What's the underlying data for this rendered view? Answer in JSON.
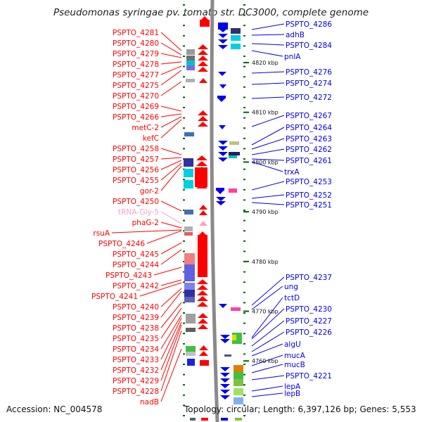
{
  "title": "Pseudomonas syringae pv. tomato str. DC3000, complete genome",
  "accession": "Accession: NC_004578",
  "summary": "Topology: circular; Length: 6,397,126 bp; Genes: 5,553",
  "colors": {
    "forward": "#ff0000",
    "reverse": "#0000ee",
    "trna": "#ff9ec4",
    "axis": "#888888",
    "ruler": "#006600"
  },
  "ruler": {
    "unit": "kbp",
    "ticks": [
      {
        "value": 4820,
        "label": "4820 kbp"
      },
      {
        "value": 4810,
        "label": "4810 kbp"
      },
      {
        "value": 4800,
        "label": "4800 kbp"
      },
      {
        "value": 4790,
        "label": "4790 kbp"
      },
      {
        "value": 4780,
        "label": "4780 kbp"
      },
      {
        "value": 4770,
        "label": "4770 kbp"
      },
      {
        "value": 4760,
        "label": "4760 kbp"
      }
    ]
  },
  "forward_genes": [
    {
      "label": "PSPTO_4281",
      "color": "red"
    },
    {
      "label": "PSPTO_4280",
      "color": "red"
    },
    {
      "label": "PSPTO_4279",
      "color": "red"
    },
    {
      "label": "PSPTO_4278",
      "color": "red"
    },
    {
      "label": "PSPTO_4277",
      "color": "red"
    },
    {
      "label": "PSPTO_4275",
      "color": "red"
    },
    {
      "label": "PSPTO_4270",
      "color": "red"
    },
    {
      "label": "PSPTO_4269",
      "color": "red"
    },
    {
      "label": "PSPTO_4266",
      "color": "red"
    },
    {
      "label": "metC-2",
      "color": "red"
    },
    {
      "label": "kefC",
      "color": "red"
    },
    {
      "label": "PSPTO_4258",
      "color": "red"
    },
    {
      "label": "PSPTO_4257",
      "color": "red"
    },
    {
      "label": "PSPTO_4256",
      "color": "red"
    },
    {
      "label": "PSPTO_4255",
      "color": "red"
    },
    {
      "label": "gor-2",
      "color": "red"
    },
    {
      "label": "PSPTO_4250",
      "color": "red"
    },
    {
      "label": "tRNA-Gly-5",
      "color": "pink"
    },
    {
      "label": "phaG-2",
      "color": "red"
    },
    {
      "label": "rsuA",
      "color": "red"
    },
    {
      "label": "PSPTO_4246",
      "color": "red"
    },
    {
      "label": "PSPTO_4245",
      "color": "red"
    },
    {
      "label": "PSPTO_4244",
      "color": "red"
    },
    {
      "label": "PSPTO_4243",
      "color": "red"
    },
    {
      "label": "PSPTO_4242",
      "color": "red"
    },
    {
      "label": "PSPTO_4241",
      "color": "red"
    },
    {
      "label": "PSPTO_4240",
      "color": "red"
    },
    {
      "label": "PSPTO_4239",
      "color": "red"
    },
    {
      "label": "PSPTO_4238",
      "color": "red"
    },
    {
      "label": "PSPTO_4235",
      "color": "red"
    },
    {
      "label": "PSPTO_4234",
      "color": "red"
    },
    {
      "label": "PSPTO_4233",
      "color": "red"
    },
    {
      "label": "PSPTO_4232",
      "color": "red"
    },
    {
      "label": "PSPTO_4229",
      "color": "red"
    },
    {
      "label": "PSPTO_4228",
      "color": "red"
    },
    {
      "label": "nadB",
      "color": "red"
    }
  ],
  "reverse_genes": [
    {
      "label": "PSPTO_4286"
    },
    {
      "label": "adhB"
    },
    {
      "label": "PSPTO_4284"
    },
    {
      "label": "pnlA"
    },
    {
      "label": "PSPTO_4276"
    },
    {
      "label": "PSPTO_4274"
    },
    {
      "label": "PSPTO_4272"
    },
    {
      "label": "PSPTO_4267"
    },
    {
      "label": "PSPTO_4264"
    },
    {
      "label": "PSPTO_4263"
    },
    {
      "label": "PSPTO_4262"
    },
    {
      "label": "PSPTO_4261"
    },
    {
      "label": "trxA"
    },
    {
      "label": "PSPTO_4253"
    },
    {
      "label": "PSPTO_4252"
    },
    {
      "label": "PSPTO_4251"
    },
    {
      "label": "PSPTO_4237"
    },
    {
      "label": "ung"
    },
    {
      "label": "tctD"
    },
    {
      "label": "PSPTO_4230"
    },
    {
      "label": "PSPTO_4227"
    },
    {
      "label": "PSPTO_4226"
    },
    {
      "label": "algU"
    },
    {
      "label": "mucA"
    },
    {
      "label": "mucB"
    },
    {
      "label": "PSPTO_4221"
    },
    {
      "label": "lepA"
    },
    {
      "label": "lepB"
    }
  ]
}
